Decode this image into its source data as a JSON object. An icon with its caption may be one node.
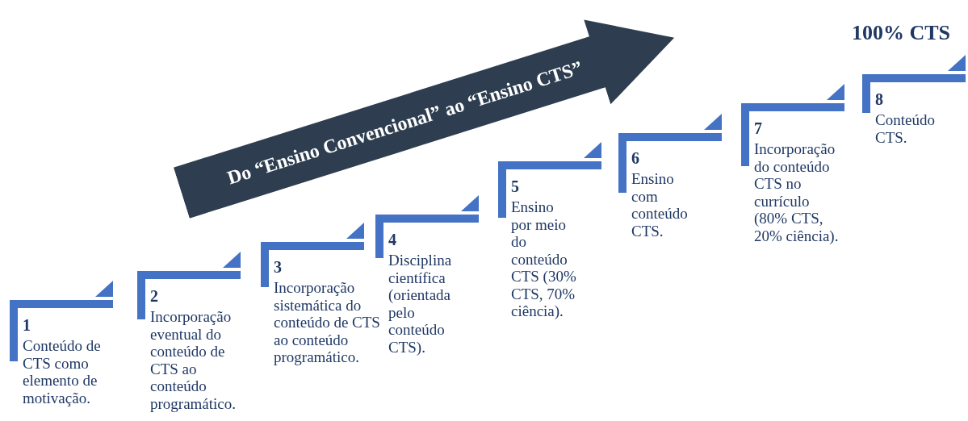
{
  "diagram": {
    "nodes": [
      {
        "text": [
          "1",
          "Conteúdo de CTS como elemento de motivação."
        ]
      },
      {
        "text": [
          "2",
          "Incorporação eventual do conteúdo de CTS ao conteúdo programático."
        ]
      },
      {
        "text": [
          "3",
          "Incorporação sistemática do conteúdo de CTS ao conteúdo programático."
        ]
      },
      {
        "text": [
          "4",
          "Disciplina científica (orientada pelo conteúdo CTS)."
        ]
      },
      {
        "text": [
          "5",
          "Ensino por meio do conteúdo CTS (30% CTS, 70% ciência)."
        ]
      },
      {
        "text": [
          "6",
          "Ensino com conteúdo CTS."
        ]
      },
      {
        "text": [
          "7",
          "Incorporação do conteúdo CTS no currículo (80% CTS, 20% ciência)."
        ]
      },
      {
        "text": [
          "8",
          "Conteúdo CTS."
        ]
      },
      {
        "text": [
          "Do “Ensino Convencional” ao “Ensino CTS”"
        ]
      }
    ],
    "labels": [
      "100% CTS"
    ]
  }
}
